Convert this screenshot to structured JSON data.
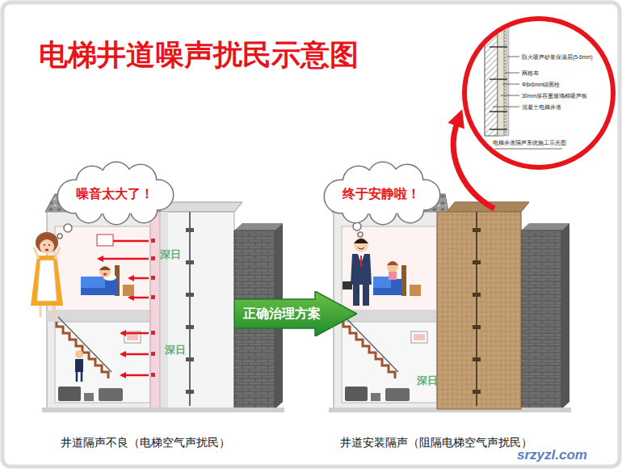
{
  "diagram": {
    "title": "电梯井道噪声扰民示意图",
    "nodes": [
      {
        "text": [
          "噪音太大了！"
        ]
      },
      {
        "text": [
          "终于安静啦！"
        ]
      },
      {
        "text": [
          "正确治理方案"
        ]
      },
      {
        "text": [
          "防火吸声砂浆保温层(5-6mm)",
          "网格布",
          "Φ8x6mm锚固栓",
          "30mm厚容重玻璃棉吸声板",
          "混凝土电梯井道",
          "电梯井道隔声系统施工示意图"
        ]
      }
    ],
    "labels": [
      "井道隔声不良（电梯空气声扰民）",
      "井道安装隔声（阻隔电梯空气声扰民）",
      "srzyzl.com",
      "深日",
      "深日",
      "深日"
    ]
  }
}
